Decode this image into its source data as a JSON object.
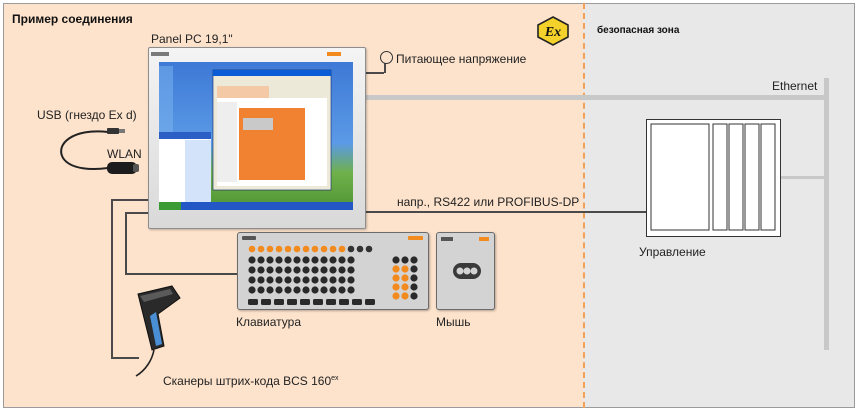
{
  "zones": {
    "hazard_title": "Пример соединения",
    "safe_title": "безопасная зона"
  },
  "devices": {
    "panel_pc": "Panel PC 19,1\"",
    "power": "Питающее напряжение",
    "ethernet": "Ethernet",
    "usb": "USB (гнездо Ex d)",
    "wlan": "WLAN",
    "bus": "напр., RS422 или PROFIBUS-DP",
    "control": "Управление",
    "keyboard": "Клавиатура",
    "mouse": "Мышь",
    "scanner": "Сканеры штрих-кода BCS 160",
    "scanner_sup": "ex"
  },
  "badge": {
    "symbol": "Ex"
  },
  "colors": {
    "hazard_bg": "#fde3cc",
    "safe_bg": "#e8e8e8",
    "accent": "#f2a15a",
    "ex_yellow": "#f4d22b",
    "key_orange": "#f28a1e"
  }
}
